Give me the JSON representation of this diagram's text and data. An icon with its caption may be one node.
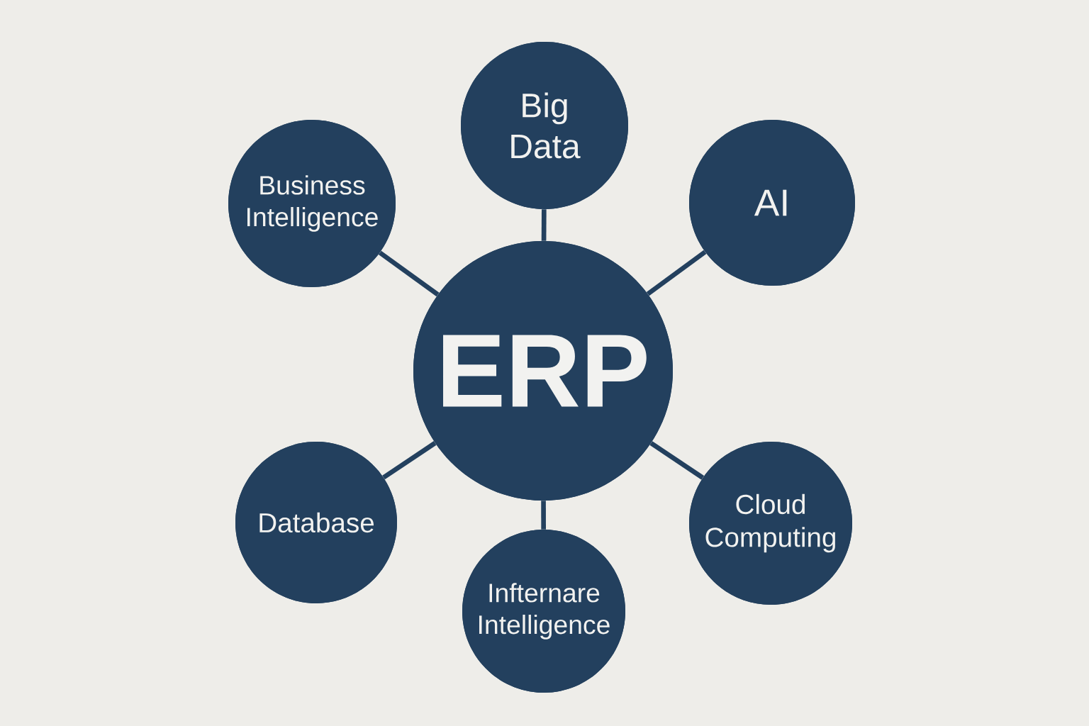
{
  "diagram": {
    "nodes": [
      {
        "text": [
          "Big Data"
        ]
      },
      {
        "text": [
          "Business Intelligence"
        ]
      },
      {
        "text": [
          "AI"
        ]
      },
      {
        "text": [
          "ERP"
        ]
      },
      {
        "text": [
          "Database"
        ]
      },
      {
        "text": [
          "Cloud Computing"
        ]
      },
      {
        "text": [
          "Infternare Intelligence"
        ]
      }
    ],
    "edges": [
      {
        "from": 3,
        "to": 0,
        "arrow": "none"
      },
      {
        "from": 3,
        "to": 1,
        "arrow": "none"
      },
      {
        "from": 3,
        "to": 2,
        "arrow": "none"
      },
      {
        "from": 3,
        "to": 4,
        "arrow": "none"
      },
      {
        "from": 3,
        "to": 5,
        "arrow": "none"
      },
      {
        "from": 3,
        "to": 6,
        "arrow": "none"
      }
    ]
  }
}
